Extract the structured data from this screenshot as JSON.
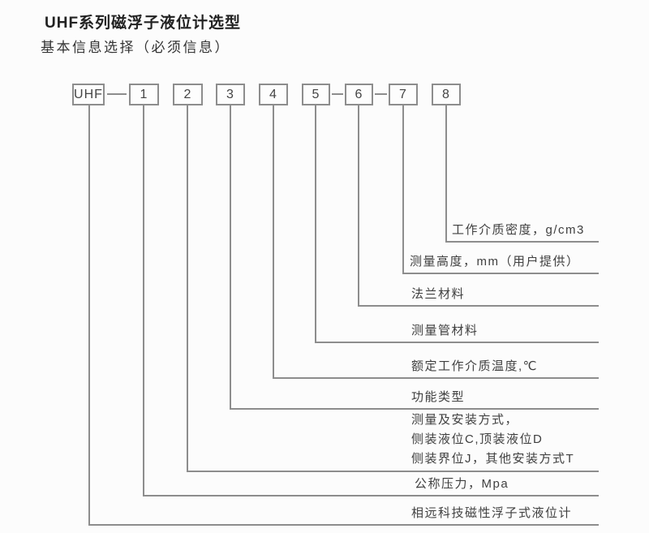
{
  "page": {
    "title": "UHF系列磁浮子液位计选型",
    "subtitle": "基本信息选择（必须信息）"
  },
  "diagram": {
    "prefix": "UHF",
    "segments": [
      "1",
      "2",
      "3",
      "4",
      "5",
      "6",
      "7",
      "8"
    ],
    "labels": {
      "working_medium_density": "工作介质密度，g/cm3",
      "measuring_height": "测量高度，mm（用户提供）",
      "flange_material": "法兰材料",
      "tube_material": "测量管材料",
      "rated_temperature": "额定工作介质温度,℃",
      "function_type": "功能类型",
      "mounting_mode": "测量及安装方式，\n侧装液位C,顶装液位D\n侧装界位J，其他安装方式T",
      "nominal_pressure": "公称压力，Mpa",
      "product_name": "相远科技磁性浮子式液位计"
    },
    "line_color": "#8d8d8d"
  }
}
